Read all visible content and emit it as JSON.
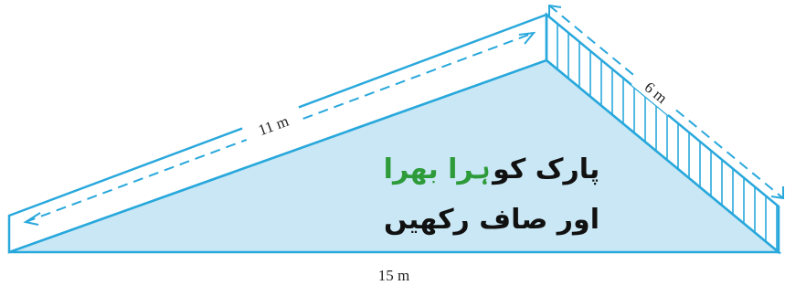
{
  "colors": {
    "outline": "#29a8dc",
    "fill": "#c9e7f4",
    "text": "#222222",
    "accent_green": "#2e9b3a"
  },
  "diagram": {
    "side_labels": {
      "top": "11 m",
      "right": "6 m",
      "bottom": "15 m"
    },
    "message": {
      "line1_prefix": "پارک کو",
      "line1_highlight": "ہرا بھرا",
      "line2": "اور صاف رکھیں"
    }
  }
}
